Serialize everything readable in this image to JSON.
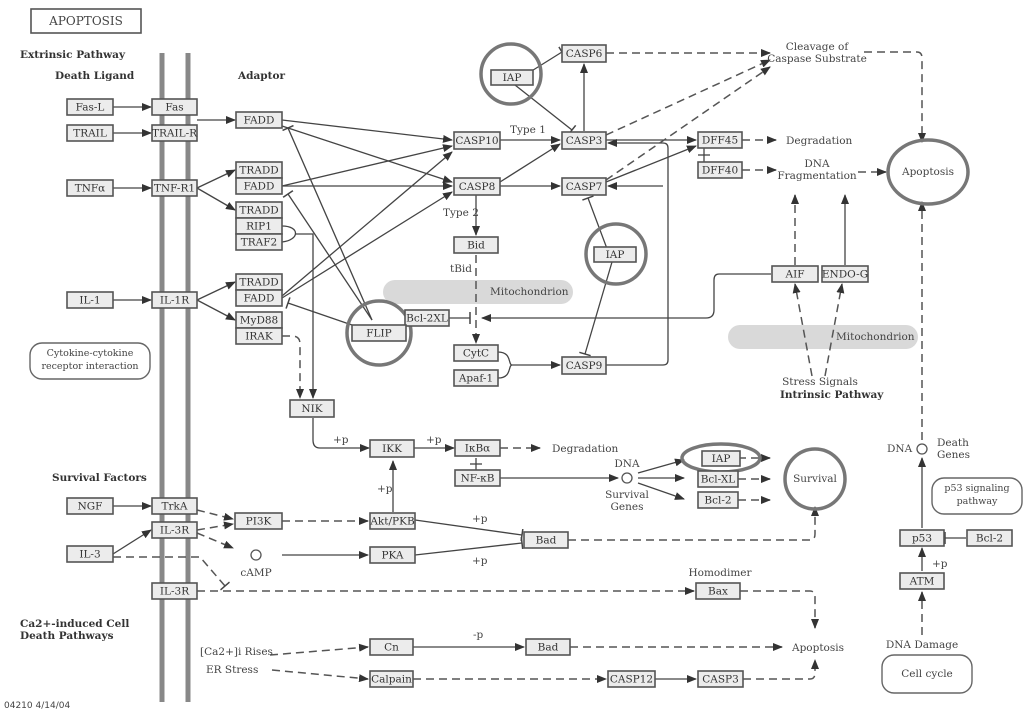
{
  "title": "APOPTOSIS",
  "footer": "04210  4/14/04",
  "section_headers": {
    "extrinsic": "Extrinsic Pathway",
    "death_ligand": "Death Ligand",
    "adaptor": "Adaptor",
    "survival_factors": "Survival Factors",
    "ca_induced_1": "Ca2+-induced Cell",
    "ca_induced_2": "Death Pathways",
    "intrinsic": "Intrinsic Pathway"
  },
  "nodes": {
    "fasl": "Fas-L",
    "trail": "TRAIL",
    "tnfa": "TNFα",
    "il1": "IL-1",
    "ngf": "NGF",
    "il3": "IL-3",
    "fas": "Fas",
    "trailr": "TRAIL-R",
    "tnfr1": "TNF-R1",
    "il1r": "IL-1R",
    "trka": "TrkA",
    "il3r_a": "IL-3R",
    "il3r_b": "IL-3R",
    "fadd_1": "FADD",
    "tradd_1": "TRADD",
    "fadd_2": "FADD",
    "tradd_2": "TRADD",
    "rip1": "RIP1",
    "traf2": "TRAF2",
    "tradd_3": "TRADD",
    "fadd_3": "FADD",
    "myd88": "MyD88",
    "irak": "IRAK",
    "casp10": "CASP10",
    "casp8": "CASP8",
    "casp3": "CASP3",
    "casp7": "CASP7",
    "casp6": "CASP6",
    "casp9": "CASP9",
    "iap_1": "IAP",
    "iap_2": "IAP",
    "iap_3": "IAP",
    "bid": "Bid",
    "bcl2xl": "Bcl-2XL",
    "flip": "FLIP",
    "cytc": "CytC",
    "apaf1": "Apaf-1",
    "dff45": "DFF45",
    "dff40": "DFF40",
    "aif": "AIF",
    "endog": "ENDO-G",
    "nik": "NIK",
    "ikk": "IKK",
    "ikba": "IκBα",
    "nfkb": "NF-κB",
    "pi3k": "PI3K",
    "akt": "Akt/PKB",
    "pka": "PKA",
    "bad_1": "Bad",
    "bclxl": "Bcl-XL",
    "bcl2_1": "Bcl-2",
    "bax": "Bax",
    "cn": "Cn",
    "bad_2": "Bad",
    "calpain": "Calpain",
    "casp12": "CASP12",
    "casp3_b": "CASP3",
    "p53": "p53",
    "bcl2_2": "Bcl-2",
    "atm": "ATM"
  },
  "outcomes": {
    "apoptosis": "Apoptosis",
    "survival": "Survival",
    "apoptosis_2": "Apoptosis"
  },
  "labels": {
    "cleavage_1": "Cleavage of",
    "cleavage_2": "Caspase Substrate",
    "degradation_1": "Degradation",
    "dna_frag_1": "DNA",
    "dna_frag_2": "Fragmentation",
    "type1": "Type 1",
    "type2": "Type 2",
    "tbid": "tBid",
    "mito_1": "Mitochondrion",
    "mito_2": "Mitochondrion",
    "stress": "Stress Signals",
    "degradation_2": "Degradation",
    "dna": "DNA",
    "survival_genes_1": "Survival",
    "survival_genes_2": "Genes",
    "camp": "cAMP",
    "homodimer": "Homodimer",
    "ca_rises": "[Ca2+]i Rises",
    "er_stress": "ER Stress",
    "dna_2": "DNA",
    "death_genes_1": "Death",
    "death_genes_2": "Genes",
    "dna_damage": "DNA Damage",
    "plus_p": "+p",
    "minus_p": "-p"
  },
  "links": {
    "cytokine_1": "Cytokine-cytokine",
    "cytokine_2": "receptor interaction",
    "p53_1": "p53 signaling",
    "p53_2": "pathway",
    "cell_cycle": "Cell cycle"
  }
}
